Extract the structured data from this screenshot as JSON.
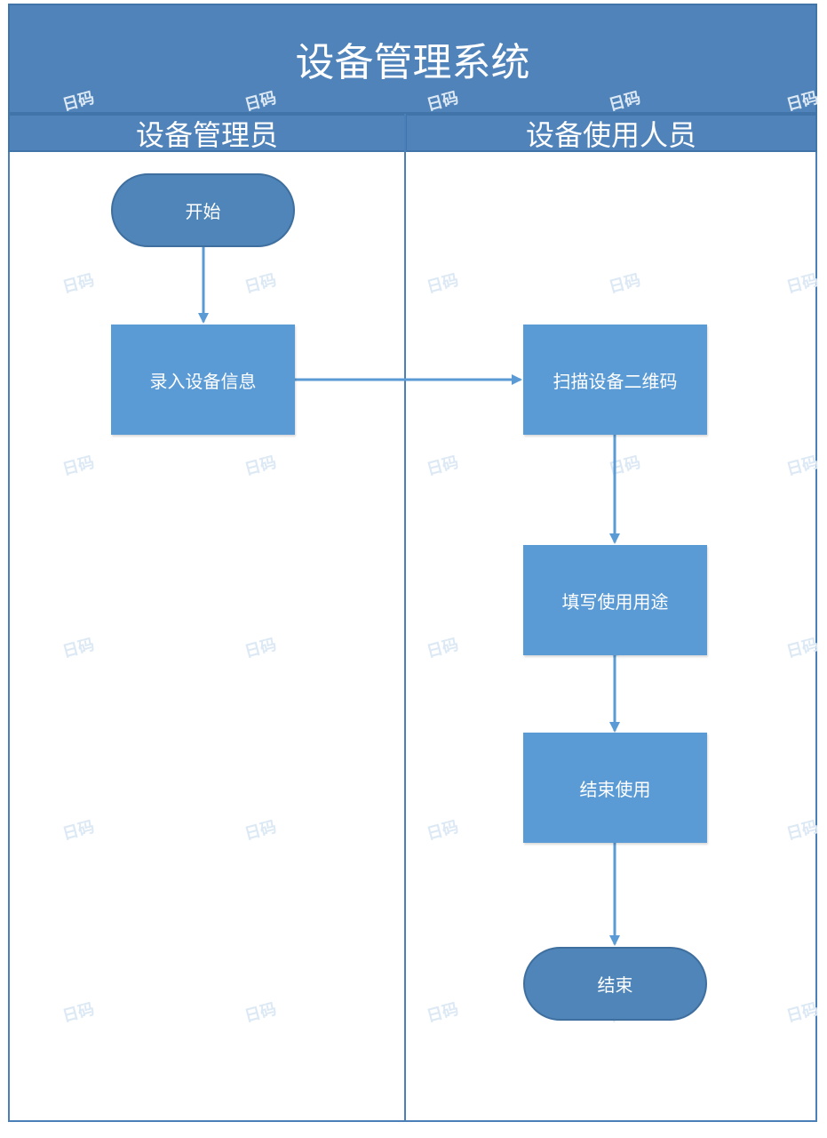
{
  "title": "设备管理系统",
  "lanes": [
    {
      "name": "设备管理员"
    },
    {
      "name": "设备使用人员"
    }
  ],
  "nodes": {
    "start": "开始",
    "record_info": "录入设备信息",
    "scan_qr": "扫描设备二维码",
    "fill_purpose": "填写使用用途",
    "end_use": "结束使用",
    "end": "结束"
  },
  "colors": {
    "header": "#5083b9",
    "terminal": "#4f85b8",
    "process": "#5b9bd5",
    "connector": "#5b9bd5",
    "border": "#4a80b7"
  },
  "watermark": "日码"
}
